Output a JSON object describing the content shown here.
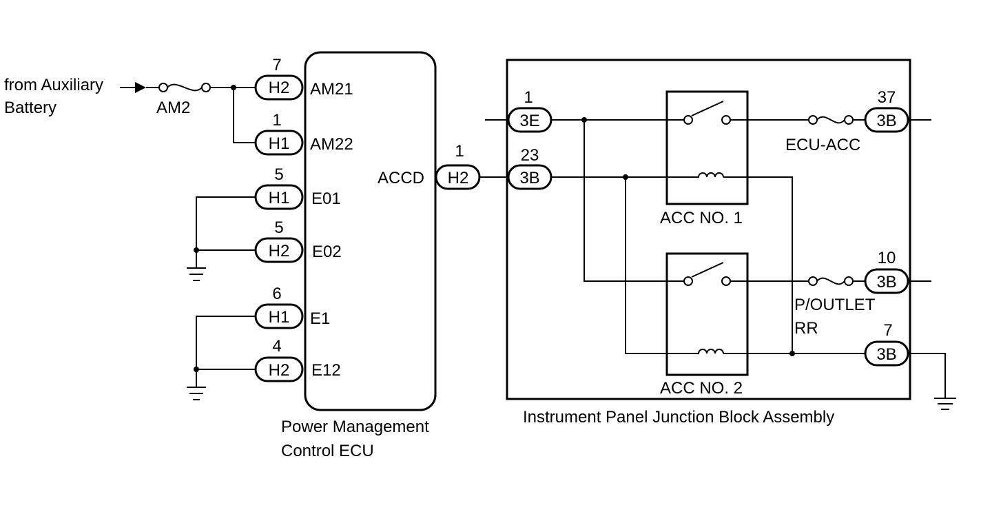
{
  "source": {
    "text_line1": "from Auxiliary",
    "text_line2": "Battery"
  },
  "fuses": {
    "am2": "AM2",
    "ecu_acc": "ECU-ACC",
    "p_outlet_line1": "P/OUTLET",
    "p_outlet_line2": "RR"
  },
  "ecu": {
    "name_line1": "Power Management",
    "name_line2": "Control ECU",
    "pins": {
      "am21": "AM21",
      "am22": "AM22",
      "e01": "E01",
      "e02": "E02",
      "e1": "E1",
      "e12": "E12",
      "accd": "ACCD"
    }
  },
  "junction_block": {
    "name": "Instrument Panel Junction Block Assembly",
    "relay1": "ACC NO. 1",
    "relay2": "ACC NO. 2"
  },
  "connectors": {
    "am21": {
      "id": "H2",
      "pin": "7"
    },
    "am22": {
      "id": "H1",
      "pin": "1"
    },
    "e01": {
      "id": "H1",
      "pin": "5"
    },
    "e02": {
      "id": "H2",
      "pin": "5"
    },
    "e1": {
      "id": "H1",
      "pin": "6"
    },
    "e12": {
      "id": "H2",
      "pin": "4"
    },
    "accd": {
      "id": "H2",
      "pin": "1"
    },
    "jb_in1": {
      "id": "3E",
      "pin": "1"
    },
    "jb_in23": {
      "id": "3B",
      "pin": "23"
    },
    "jb_out37": {
      "id": "3B",
      "pin": "37"
    },
    "jb_out10": {
      "id": "3B",
      "pin": "10"
    },
    "jb_gnd7": {
      "id": "3B",
      "pin": "7"
    }
  }
}
